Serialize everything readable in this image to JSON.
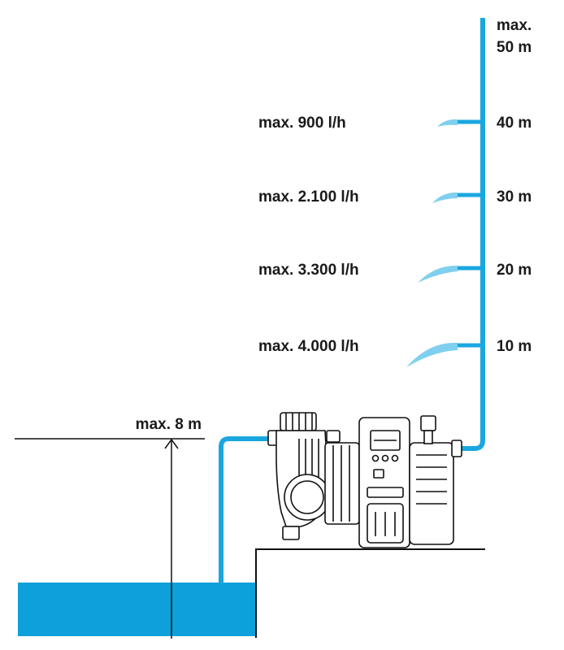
{
  "colors": {
    "water": "#0ea0da",
    "pipe": "#1aa7e0",
    "line": "#111111",
    "text": "#1a1a1a"
  },
  "height_marks": {
    "max_top": "max.",
    "max_top_value": "50 m",
    "levels": [
      {
        "height": "40 m",
        "flow": "max. 900 l/h"
      },
      {
        "height": "30 m",
        "flow": "max. 2.100 l/h"
      },
      {
        "height": "20 m",
        "flow": "max. 3.300 l/h"
      },
      {
        "height": "10 m",
        "flow": "max. 4.000 l/h"
      }
    ]
  },
  "suction": {
    "label": "max. 8 m"
  },
  "icons": {
    "pump": "garden-pump-icon",
    "arrow": "arrow-up-icon"
  }
}
